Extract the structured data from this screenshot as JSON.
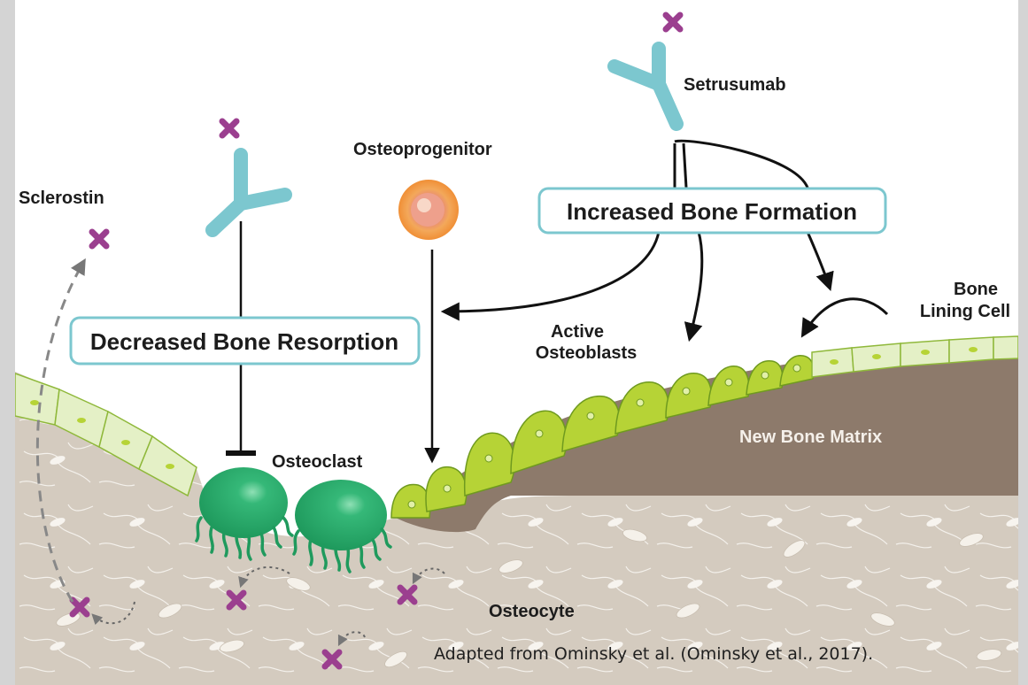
{
  "labels": {
    "sclerostin": "Sclerostin",
    "osteoprogenitor": "Osteoprogenitor",
    "setrusumab": "Setrusumab",
    "increased_bone_formation": "Increased Bone Formation",
    "decreased_bone_resorption": "Decreased Bone Resorption",
    "active_osteoblasts_line1": "Active",
    "active_osteoblasts_line2": "Osteoblasts",
    "bone_lining_cell_line1": "Bone",
    "bone_lining_cell_line2": "Lining Cell",
    "osteoclast": "Osteoclast",
    "new_bone_matrix": "New Bone Matrix",
    "osteocyte": "Osteocyte"
  },
  "caption": "Adapted  from Ominsky et al. (Ominsky et al., 2017).",
  "colors": {
    "antibody": "#7cc7cf",
    "sclerostin": "#9b3f8f",
    "osteoclast": "#25a567",
    "osteoblast": "#b6d336",
    "lining_cell": "#e4f0c6",
    "bone_matrix": "#8d7a6b",
    "old_bone": "#d4cbbf",
    "box_border": "#7cc7cf",
    "osteoprogenitor": "#f2a35c"
  },
  "icons": [
    "antibody-icon",
    "sclerostin-icon",
    "osteoprogenitor-cell-icon",
    "osteoclast-icon",
    "osteoblast-icon",
    "bone-lining-cell-icon",
    "osteocyte-icon"
  ]
}
